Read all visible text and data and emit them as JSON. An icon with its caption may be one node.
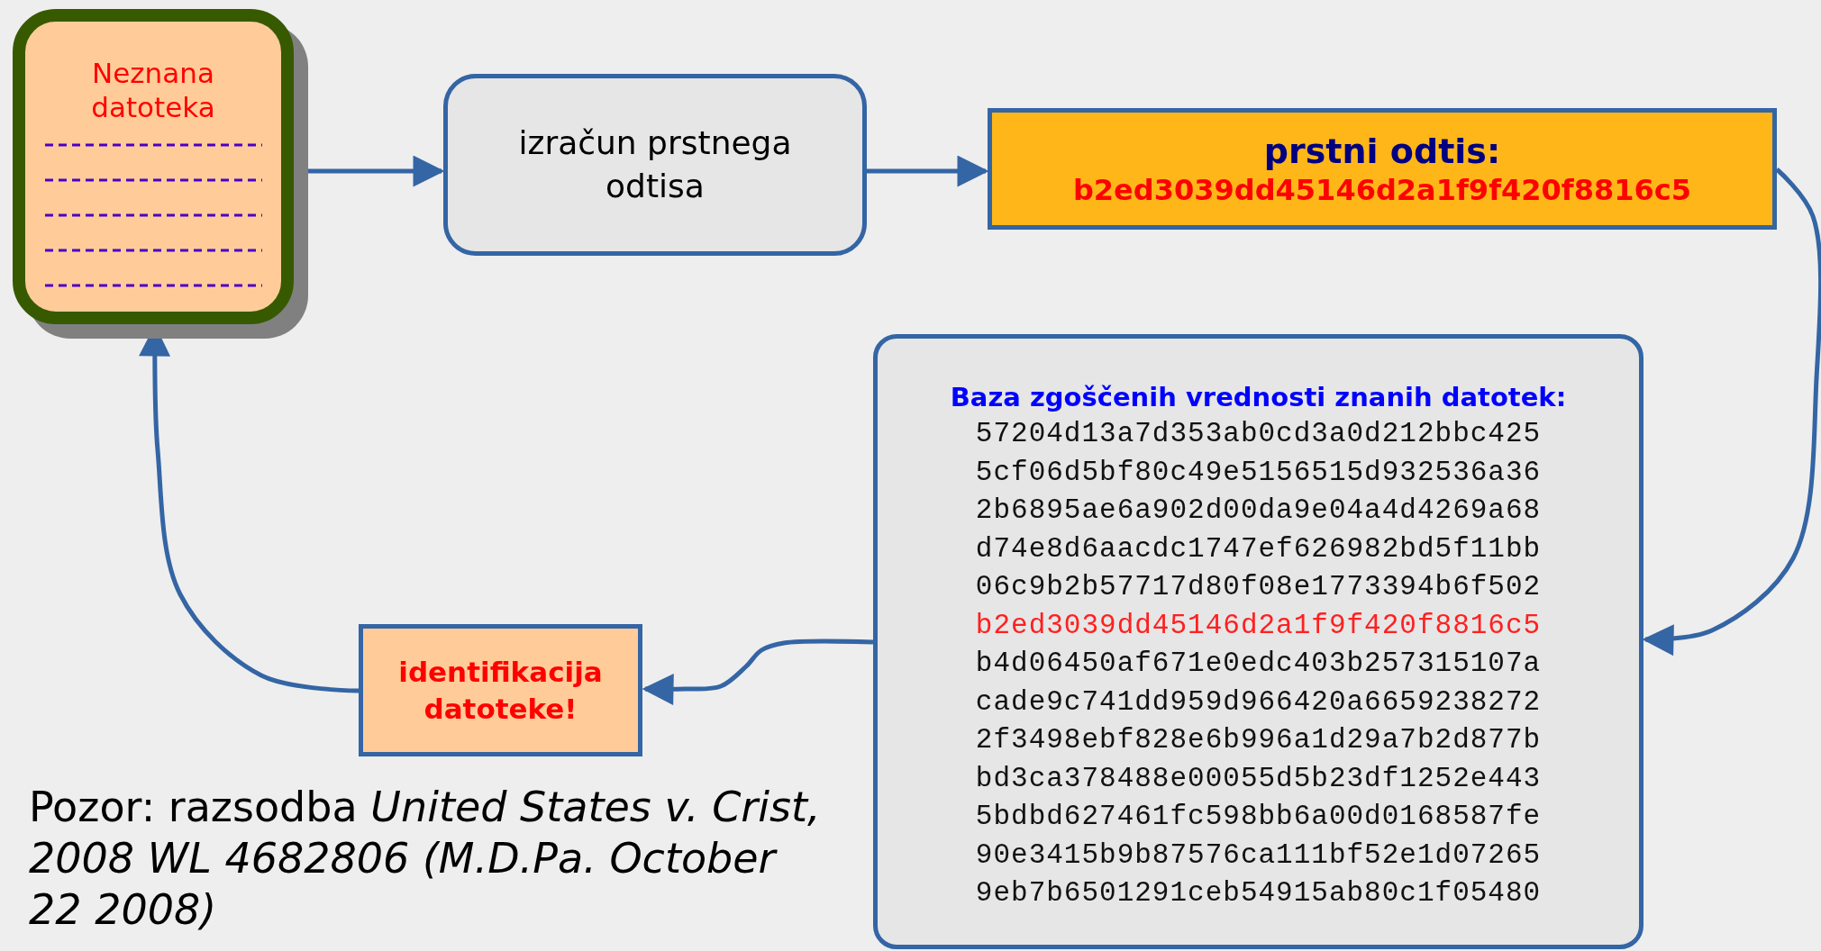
{
  "diagram": {
    "nodes": [
      {
        "text": [
          "Neznana datoteka"
        ]
      },
      {
        "text": [
          "izračun prstnega odtisa"
        ]
      },
      {
        "text": [
          "prstni odtis:",
          "b2ed3039dd45146d2a1f9f420f8816c5"
        ]
      },
      {
        "text": [
          "Baza zgoščenih vrednosti znanih datotek:",
          "57204d13a7d353ab0cd3a0d212bbc425",
          "5cf06d5bf80c49e5156515d932536a36",
          "2b6895ae6a902d00da9e04a4d4269a68",
          "d74e8d6aacdc1747ef626982bd5f11bb",
          "06c9b2b57717d80f08e1773394b6f502",
          "b2ed3039dd45146d2a1f9f420f8816c5",
          "b4d06450af671e0edc403b257315107a",
          "cade9c741dd959d966420a6659238272",
          "2f3498ebf828e6b996a1d29a7b2d877b",
          "bd3ca378488e00055d5b23df1252e443",
          "5bdbd627461fc598bb6a00d0168587fe",
          "90e3415b9b87576ca111bf52e1d07265",
          "9eb7b6501291ceb54915ab80c1f05480"
        ]
      },
      {
        "text": [
          "identifikacija datoteke!"
        ]
      }
    ],
    "edges": [
      {
        "from": 0,
        "to": 1,
        "arrow": "to"
      },
      {
        "from": 1,
        "to": 2,
        "arrow": "to"
      },
      {
        "from": 2,
        "to": 3,
        "arrow": "to"
      },
      {
        "from": 3,
        "to": 4,
        "arrow": "to"
      },
      {
        "from": 4,
        "to": 0,
        "arrow": "to"
      }
    ],
    "labels": [
      "Pozor: razsodba *United States v. Crist, 2008 WL 4682806 (M.D.Pa. October 22 2008)*"
    ]
  }
}
